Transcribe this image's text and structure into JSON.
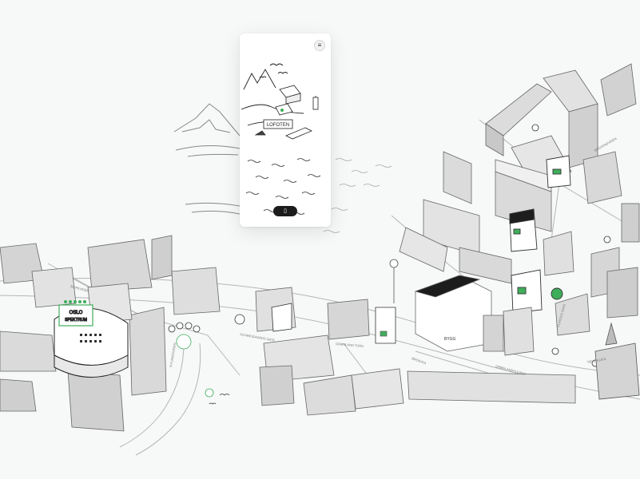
{
  "phone": {
    "menu_icon": "hamburger-icon",
    "place_label": "LOFOTEN",
    "pill_icon": "book-icon",
    "pill_glyph": "▯"
  },
  "map": {
    "landmarks": {
      "spectrum_sign": [
        "OSLO",
        "SPEKTRUM"
      ],
      "station_sign": "BYGG"
    },
    "streets": [
      "BISPEVEIEN",
      "SCHWEIGAARDS GATE",
      "NYLANDSVEIEN",
      "GRØNLANDSLEIRET",
      "PLATOUS GATE",
      "TØYENGATA",
      "BROGATA",
      "GRØNLAND TORG",
      "BOGSTADVEIEN"
    ]
  },
  "colors": {
    "background": "#f7f8f8",
    "line": "#555555",
    "building": "#d6d6d6",
    "building_dark": "#9a9a9a",
    "accent": "#3fae5a"
  }
}
